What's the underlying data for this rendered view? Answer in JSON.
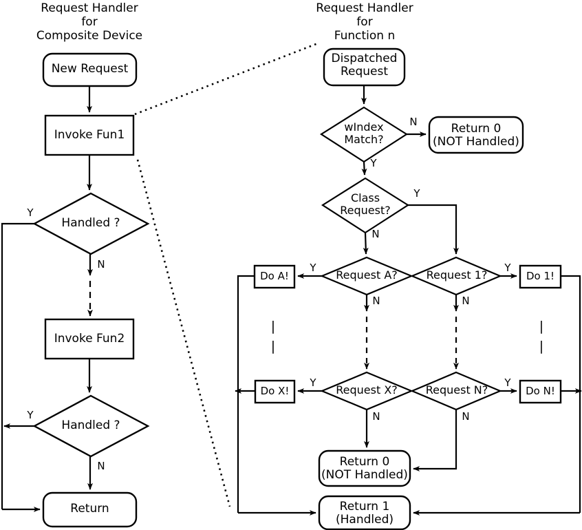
{
  "diagram": {
    "title_left": "Request Handler\nfor\nComposite Device",
    "title_right": "Request Handler\nfor\nFunction n"
  },
  "left_flow": {
    "nodes": [
      {
        "id": "new-request",
        "label": "New Request",
        "shape": "rounded"
      },
      {
        "id": "invoke-fun1",
        "label": "Invoke Fun1",
        "shape": "rect"
      },
      {
        "id": "handled-1",
        "label": "Handled ?",
        "shape": "diamond"
      },
      {
        "id": "invoke-fun2",
        "label": "Invoke Fun2",
        "shape": "rect"
      },
      {
        "id": "handled-2",
        "label": "Handled ?",
        "shape": "diamond"
      },
      {
        "id": "return",
        "label": "Return",
        "shape": "rounded"
      }
    ],
    "edge_labels": {
      "handled1_yes": "Y",
      "handled1_no": "N",
      "handled2_yes": "Y",
      "handled2_no": "N"
    }
  },
  "right_flow": {
    "nodes": [
      {
        "id": "dispatched-request",
        "label": "Dispatched\nRequest",
        "shape": "rounded"
      },
      {
        "id": "windex-match",
        "label": "wIndex\nMatch?",
        "shape": "diamond"
      },
      {
        "id": "return0-top",
        "label": "Return 0\n(NOT Handled)",
        "shape": "rounded"
      },
      {
        "id": "class-request",
        "label": "Class\nRequest?",
        "shape": "diamond"
      },
      {
        "id": "request-a",
        "label": "Request A?",
        "shape": "diamond"
      },
      {
        "id": "request-1",
        "label": "Request 1?",
        "shape": "diamond"
      },
      {
        "id": "do-a",
        "label": "Do A!",
        "shape": "rect"
      },
      {
        "id": "do-1",
        "label": "Do 1!",
        "shape": "rect"
      },
      {
        "id": "request-x",
        "label": "Request X?",
        "shape": "diamond"
      },
      {
        "id": "request-n",
        "label": "Request N?",
        "shape": "diamond"
      },
      {
        "id": "do-x",
        "label": "Do X!",
        "shape": "rect"
      },
      {
        "id": "do-n",
        "label": "Do N!",
        "shape": "rect"
      },
      {
        "id": "return0-bottom",
        "label": "Return 0\n(NOT Handled)",
        "shape": "rounded"
      },
      {
        "id": "return1",
        "label": "Return 1\n(Handled)",
        "shape": "rounded"
      }
    ],
    "edge_labels": {
      "windex_no": "N",
      "windex_yes": "Y",
      "class_yes": "Y",
      "class_no": "N",
      "req_a_yes": "Y",
      "req_a_no": "N",
      "req_1_yes": "Y",
      "req_1_no": "N",
      "req_x_yes": "Y",
      "req_x_no": "N",
      "req_n_yes": "Y",
      "req_n_no": "N"
    },
    "ellipsis_left": "|\n|",
    "ellipsis_right": "|\n|"
  },
  "style": {
    "stroke": "#000000",
    "fill": "#ffffff",
    "background": "#ffffff"
  }
}
